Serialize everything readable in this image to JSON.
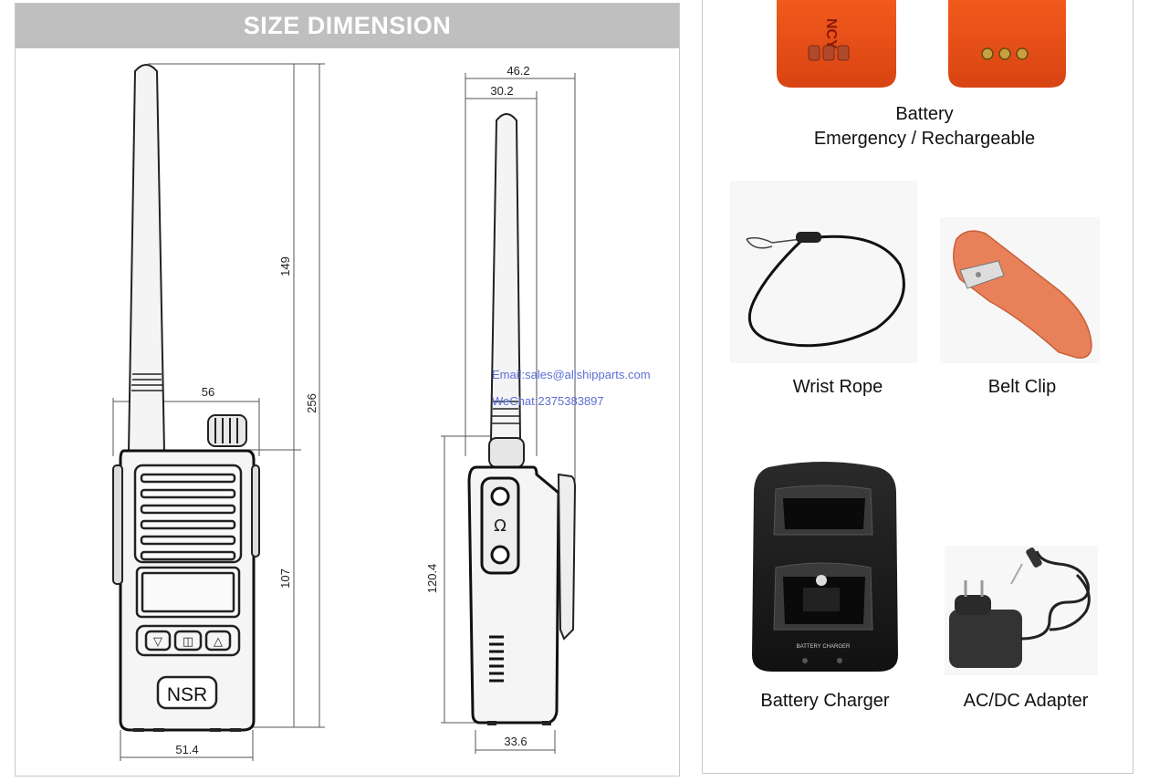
{
  "header": {
    "title": "SIZE DIMENSION"
  },
  "dimensions": {
    "antenna_height": "149",
    "total_height": "256",
    "body_width_top": "56",
    "body_height": "107",
    "body_width_bottom": "51.4",
    "side_total_depth": "46.2",
    "side_body_depth": "30.2",
    "side_body_height": "120.4",
    "side_bottom_depth": "33.6"
  },
  "front_radio": {
    "brand": "NSR"
  },
  "watermark": {
    "email": "Email:sales@allshipparts.com",
    "wechat": "WeChat:2375383897"
  },
  "accessories": {
    "battery": {
      "line1": "Battery",
      "line2": "Emergency / Rechargeable",
      "label_fragment": "NCY"
    },
    "wrist_rope": {
      "label": "Wrist Rope"
    },
    "belt_clip": {
      "label": "Belt Clip"
    },
    "battery_charger": {
      "label": "Battery Charger",
      "device_text": "BATTERY CHARGER"
    },
    "adapter": {
      "label": "AC/DC Adapter"
    }
  },
  "colors": {
    "header_bg": "#bfbfbf",
    "battery_orange": "#e8501a",
    "clip_orange": "#e87a52",
    "watermark": "#5b6fd6"
  }
}
